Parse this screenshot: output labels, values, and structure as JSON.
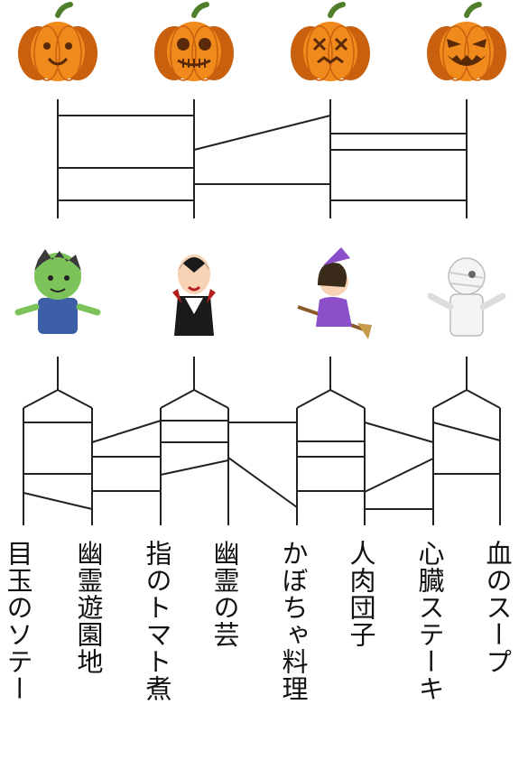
{
  "puzzle": {
    "pumpkins": [
      {
        "icon": "happy-pumpkin-icon"
      },
      {
        "icon": "stitched-smile-pumpkin-icon"
      },
      {
        "icon": "x-eyed-pumpkin-icon"
      },
      {
        "icon": "angry-pumpkin-icon"
      }
    ],
    "monsters": [
      {
        "icon": "frankenstein-icon"
      },
      {
        "icon": "dracula-icon"
      },
      {
        "icon": "witch-on-broom-icon"
      },
      {
        "icon": "mummy-icon"
      }
    ],
    "dishes": [
      "目玉のソテー",
      "幽霊遊園地",
      "指のトマト煮",
      "幽霊の芸",
      "かぼちゃ料理",
      "人肉団子",
      "心臓ステーキ",
      "血のスープ"
    ]
  },
  "colors": {
    "pumpkin_orange": "#f08a1c",
    "pumpkin_dark": "#c9600e",
    "stem_green": "#4f7f2a",
    "zombie_green": "#7cc35a",
    "witch_purple": "#8b4fc9",
    "line": "#222222"
  }
}
